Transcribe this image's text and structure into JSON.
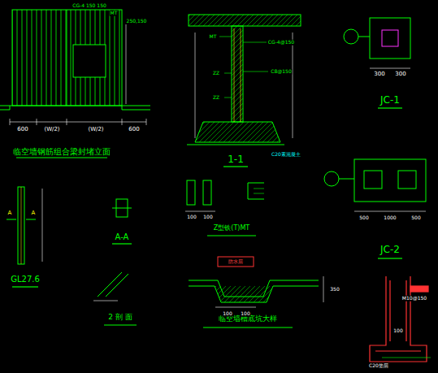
{
  "diagram": {
    "labels": [
      "临空墙钢筋组合梁封堵立面",
      "600",
      "(W/2)",
      "(W/2)",
      "600",
      "CG-4 150 150",
      "MT",
      "250,150",
      "1-1",
      "MT",
      "ZZ",
      "ZZ",
      "CG-4@150",
      "C8@150",
      "C20素混凝土",
      "JC-1",
      "300",
      "300",
      "JC-2",
      "500",
      "1000",
      "500",
      "GL27.6",
      "A",
      "A",
      "A-A",
      "Z型铁(T)MT",
      "100",
      "100",
      "2 剖 面",
      "防水层",
      "临空墙槽底坑大样",
      "350",
      "100",
      "100",
      "M10@150",
      "100",
      "C20垫层"
    ]
  }
}
